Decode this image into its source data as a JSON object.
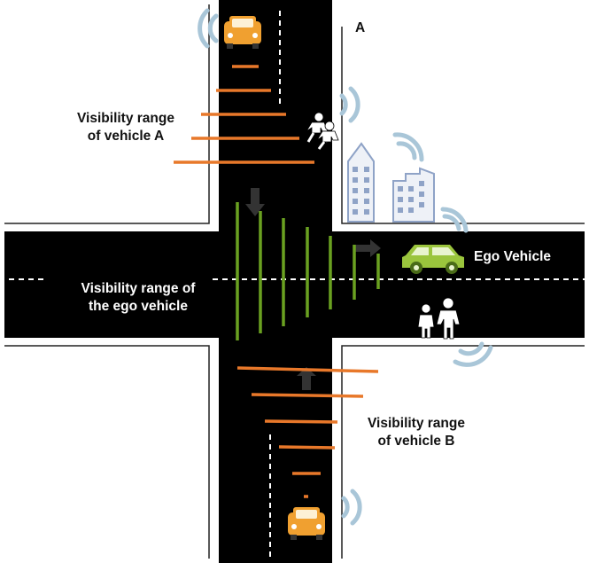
{
  "labels": {
    "corner_marker": "A",
    "vehicle_a_range_line1": "Visibility range",
    "vehicle_a_range_line2": "of vehicle A",
    "ego_vehicle": "Ego Vehicle",
    "ego_range_line1": "Visibility range of",
    "ego_range_line2": "the ego vehicle",
    "vehicle_b_range_line1": "Visibility range",
    "vehicle_b_range_line2": "of vehicle B"
  },
  "colors": {
    "road": "#000000",
    "lane_marking": "#ffffff",
    "visibility_vehicle_a": "#e8782a",
    "visibility_vehicle_b": "#e8782a",
    "visibility_ego": "#6aa121",
    "vehicle_a": "#f0a030",
    "vehicle_b": "#f0a030",
    "ego_vehicle": "#9bc53d",
    "wireless_signal": "#a9c6d8",
    "building": "#8fa3c7"
  },
  "icons": [
    "vehicle-a-car-icon",
    "vehicle-b-car-icon",
    "ego-car-icon",
    "pedestrian-icon",
    "building-icon",
    "wifi-icon"
  ]
}
